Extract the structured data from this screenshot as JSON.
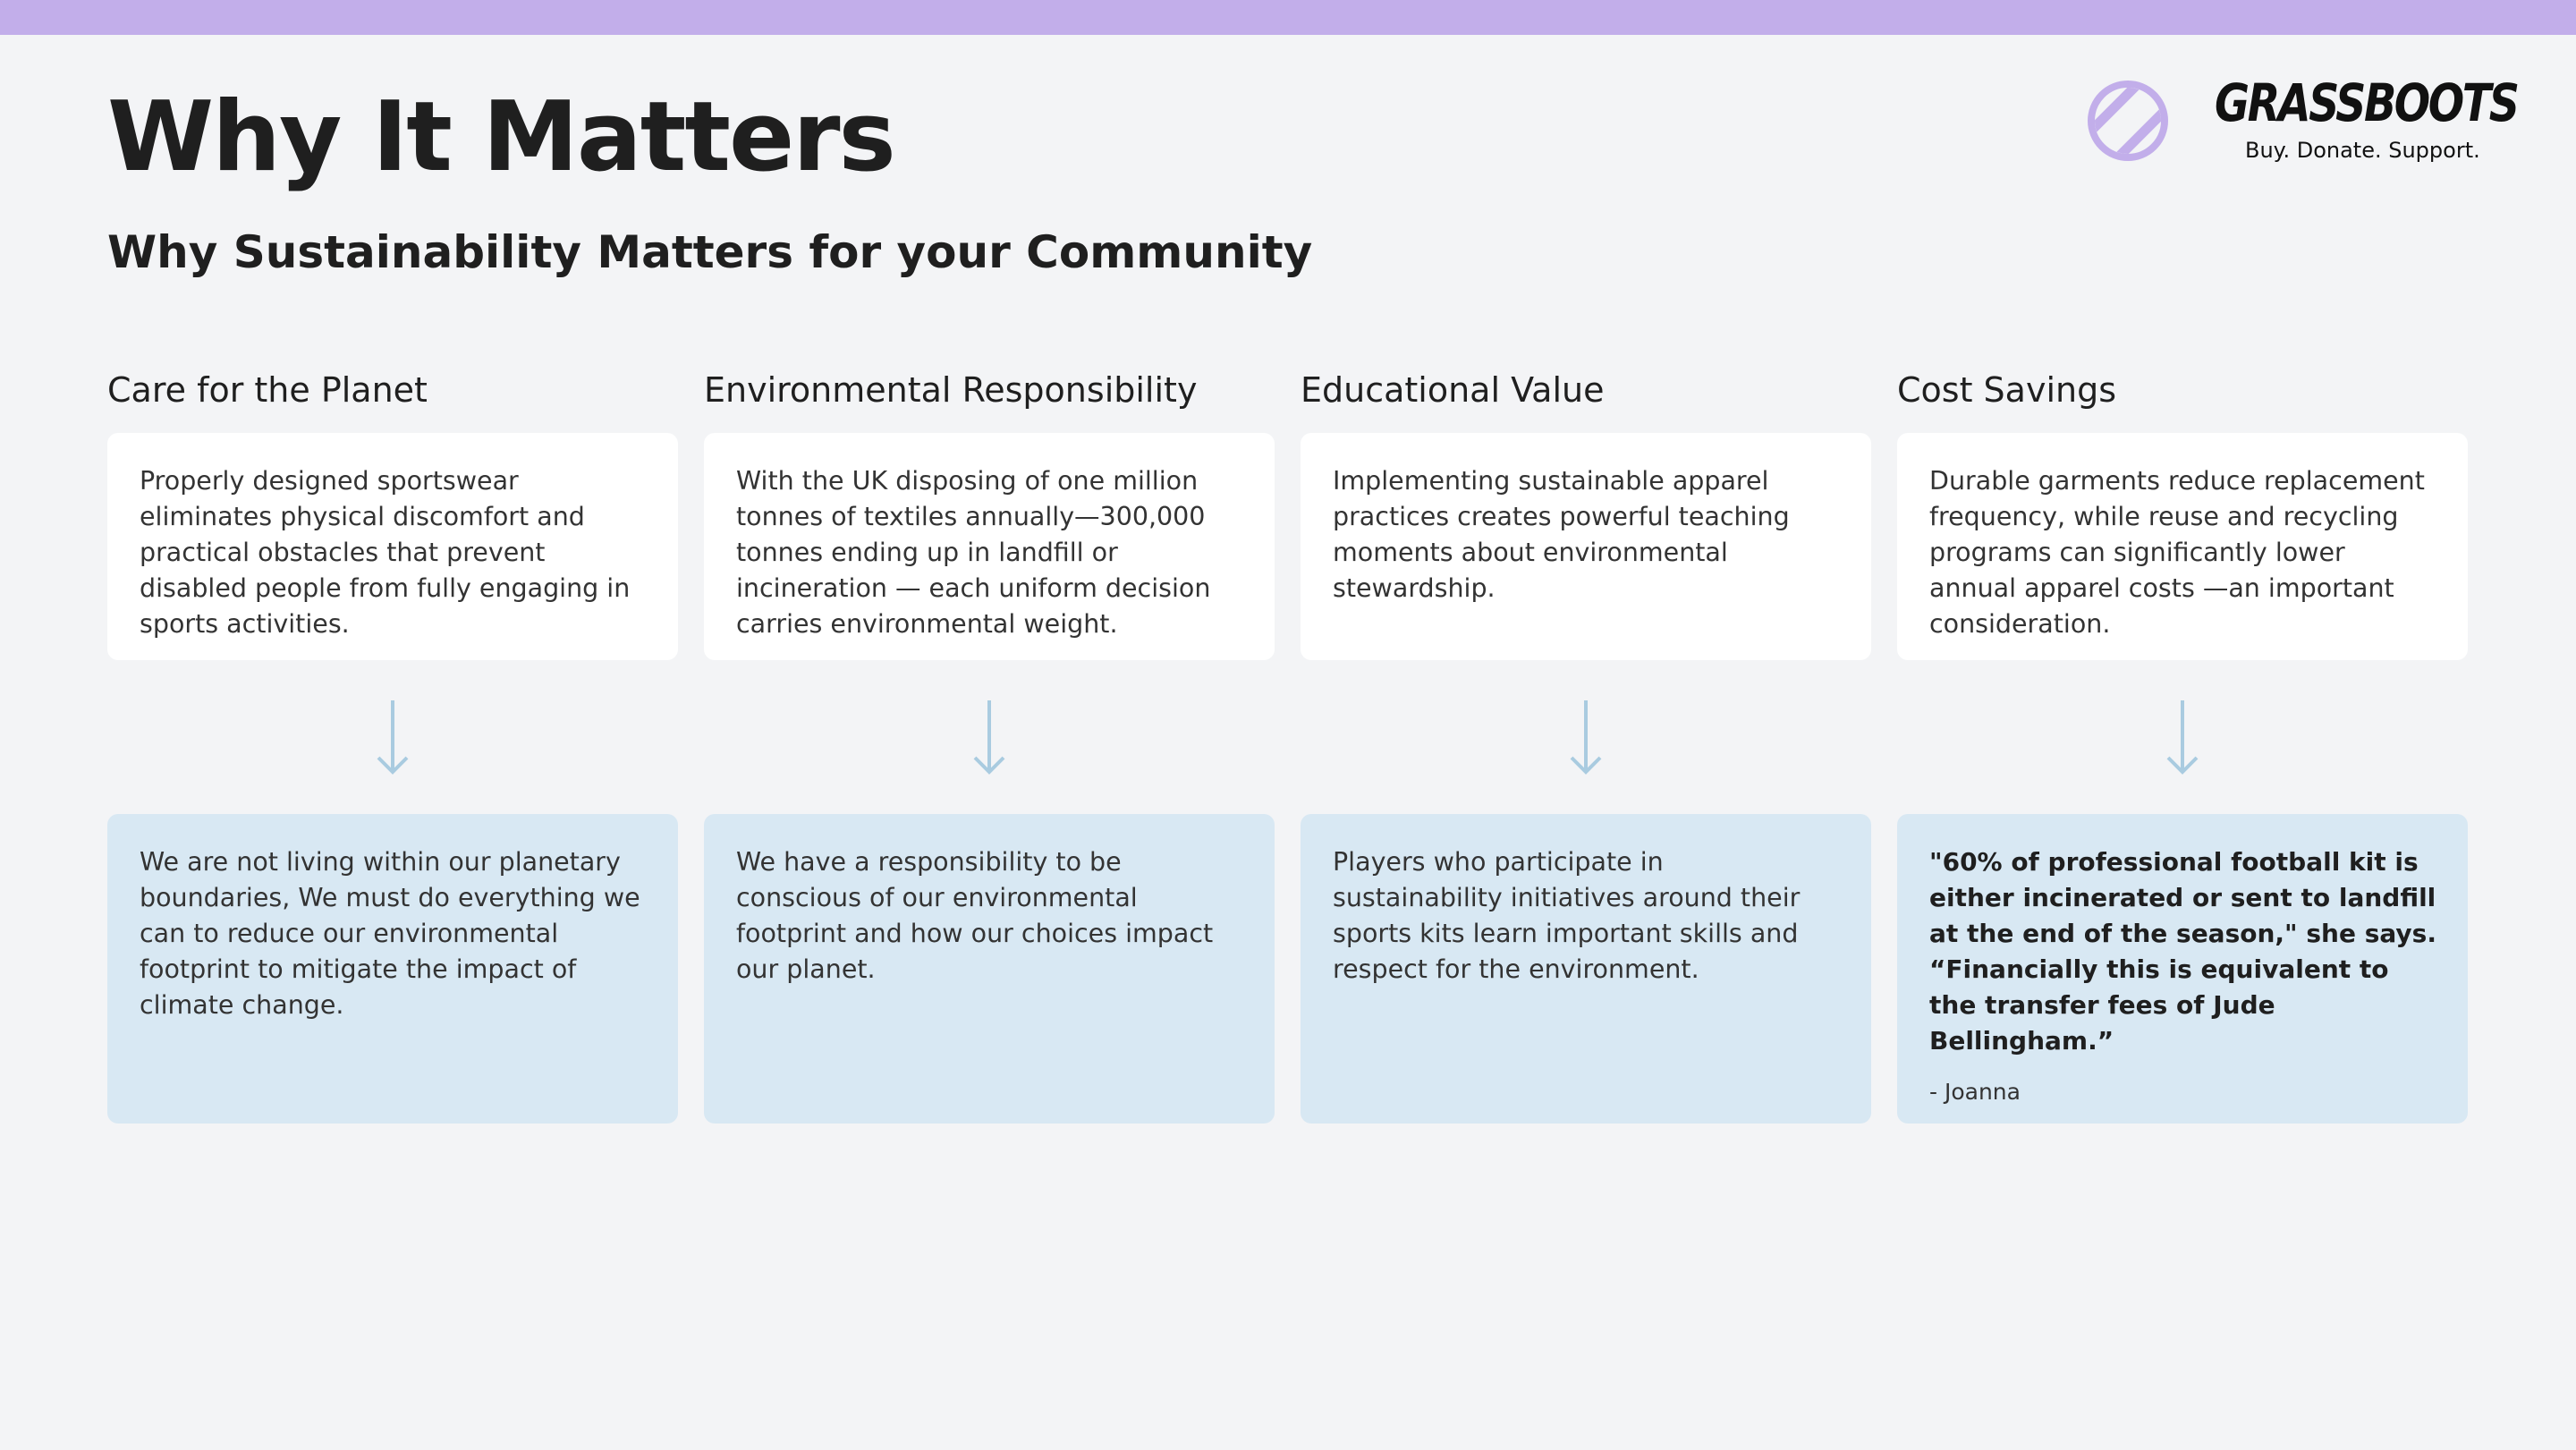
{
  "header": {
    "title": "Why It Matters",
    "subtitle": "Why Sustainability Matters for your Community"
  },
  "logo": {
    "icon": "striped-circle-icon",
    "wordmark": "GRASSBOOTS",
    "tagline": "Buy. Donate. Support."
  },
  "colors": {
    "top_bar": "#c2aeea",
    "logo_mark": "#c2aeea",
    "card_top": "#ffffff",
    "card_bottom": "#d8e8f3",
    "arrow": "#a9cbe0"
  },
  "columns": [
    {
      "heading": "Care for the Planet",
      "top_text": "Properly designed sportswear eliminates physical discomfort and practical obstacles that prevent disabled people from fully engaging in sports activities.",
      "bottom_text": "We are not living within our planetary boundaries, We must do everything we can to reduce our environmental footprint to mitigate the impact of climate change."
    },
    {
      "heading": "Environmental Responsibility",
      "top_text": "With the UK disposing of one million tonnes of textiles annually—300,000 tonnes ending up in landfill or incineration — each uniform decision carries environmental weight.",
      "bottom_text": "We have a responsibility to be conscious of our environmental footprint and how our choices impact our planet."
    },
    {
      "heading": "Educational Value",
      "top_text": "Implementing sustainable apparel practices creates powerful teaching moments about environmental stewardship.",
      "bottom_text": "Players who participate in sustainability initiatives around their sports kits learn important skills and respect for the environment."
    },
    {
      "heading": "Cost Savings",
      "top_text": "Durable garments reduce replacement frequency, while reuse and recycling programs can significantly lower annual apparel costs —an important consideration.",
      "bottom_quote": "\"60% of professional football kit is either incinerated or sent to landfill at the end of the season,\" she says. “Financially this is equivalent to the transfer fees of Jude Bellingham.”",
      "attribution": "- Joanna"
    }
  ]
}
